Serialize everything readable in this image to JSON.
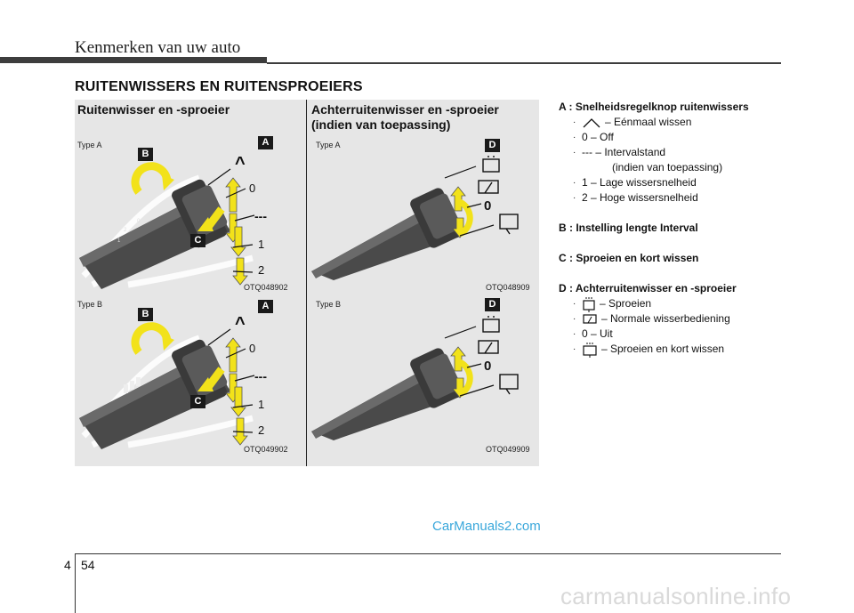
{
  "header": {
    "title": "Kenmerken van uw auto"
  },
  "section_title": "RUITENWISSERS EN RUITENSPROEIERS",
  "left_panel": {
    "title": "Ruitenwisser en -sproeier",
    "type_a": "Type A",
    "type_b": "Type B",
    "code_a": "OTQ048902",
    "code_b": "OTQ049902",
    "badges": {
      "a": "A",
      "b": "B",
      "c": "C"
    },
    "positions": {
      "mist": "^",
      "off": "0",
      "int": "---",
      "low": "1",
      "high": "2"
    }
  },
  "right_panel": {
    "title_line1": "Achterruitenwisser en -sproeier",
    "title_line2": "(indien van toepassing)",
    "type_a": "Type A",
    "type_b": "Type B",
    "code_a": "OTQ048909",
    "code_b": "OTQ049909",
    "badge_d": "D",
    "off": "0"
  },
  "legend": {
    "a_head": "A : Snelheidsregelknop ruitenwissers",
    "a_items": [
      "– Eénmaal wissen",
      "0 – Off",
      "--- – Intervalstand",
      "1 – Lage wissersnelheid",
      "2 – Hoge wissersnelheid"
    ],
    "a_item3_cont": "(indien van toepassing)",
    "b_head": "B : Instelling lengte Interval",
    "c_head": "C : Sproeien en kort wissen",
    "d_head": "D : Achterruitenwisser en -sproeier",
    "d_items": [
      "– Sproeien",
      "– Normale wisserbediening",
      "0 – Uit",
      "– Sproeien en kort wissen"
    ],
    "bullet": "·"
  },
  "footer": {
    "section": "4",
    "page": "54"
  },
  "watermark": "CarManuals2.com",
  "bottom_watermark": "carmanualsonline.info",
  "colors": {
    "arrow_yellow": "#f2e21a",
    "panel_bg": "#e6e6e6",
    "watermark_blue": "#39a7db"
  }
}
